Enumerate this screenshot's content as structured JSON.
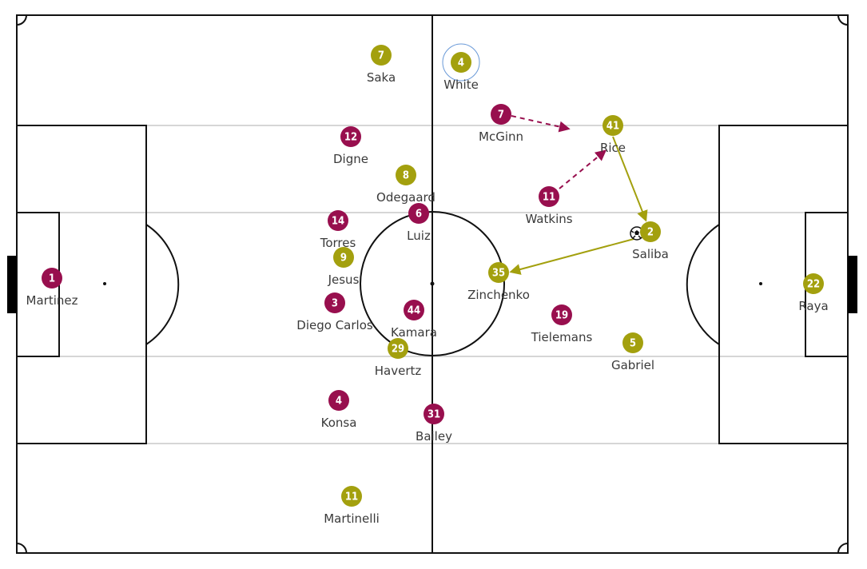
{
  "colors": {
    "away_team": "#980f4e",
    "home_team": "#a3a00e",
    "pitch_lines": "#111111",
    "zone_lines": "#d6d6d6",
    "highlight_ring": "#6a9ad8"
  },
  "players": [
    {
      "number": "1",
      "name": "Martinez",
      "team": "away"
    },
    {
      "number": "12",
      "name": "Digne",
      "team": "away"
    },
    {
      "number": "14",
      "name": "Torres",
      "team": "away"
    },
    {
      "number": "3",
      "name": "Diego Carlos",
      "team": "away"
    },
    {
      "number": "4",
      "name": "Konsa",
      "team": "away"
    },
    {
      "number": "6",
      "name": "Luiz",
      "team": "away"
    },
    {
      "number": "44",
      "name": "Kamara",
      "team": "away"
    },
    {
      "number": "31",
      "name": "Bailey",
      "team": "away"
    },
    {
      "number": "7",
      "name": "McGinn",
      "team": "away"
    },
    {
      "number": "11",
      "name": "Watkins",
      "team": "away"
    },
    {
      "number": "19",
      "name": "Tielemans",
      "team": "away"
    },
    {
      "number": "7",
      "name": "Saka",
      "team": "home"
    },
    {
      "number": "4",
      "name": "White",
      "team": "home",
      "highlighted": true
    },
    {
      "number": "8",
      "name": "Odegaard",
      "team": "home"
    },
    {
      "number": "9",
      "name": "Jesus",
      "team": "home"
    },
    {
      "number": "29",
      "name": "Havertz",
      "team": "home"
    },
    {
      "number": "11",
      "name": "Martinelli",
      "team": "home"
    },
    {
      "number": "41",
      "name": "Rice",
      "team": "home"
    },
    {
      "number": "2",
      "name": "Saliba",
      "team": "home",
      "has_ball": true
    },
    {
      "number": "35",
      "name": "Zinchenko",
      "team": "home"
    },
    {
      "number": "5",
      "name": "Gabriel",
      "team": "home"
    },
    {
      "number": "22",
      "name": "Raya",
      "team": "home"
    }
  ]
}
